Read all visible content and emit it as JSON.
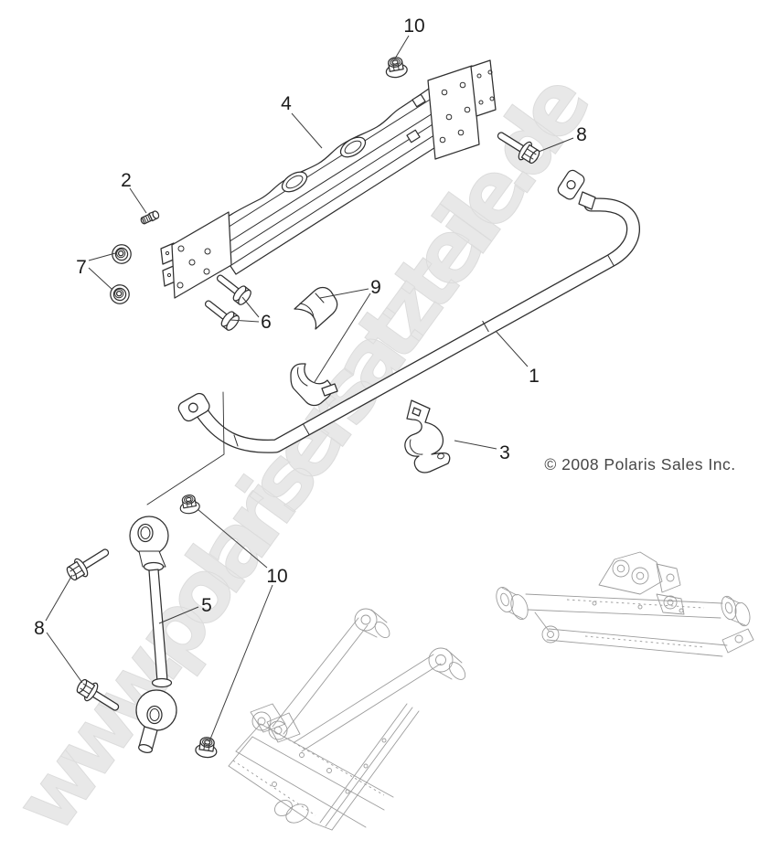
{
  "watermark": {
    "text": "www.polarisersatzteile.de",
    "fill": "#e8e8e8",
    "outline": "#dcdcdc"
  },
  "copyright": {
    "text": "© 2008 Polaris Sales Inc.",
    "color": "#464646"
  },
  "callouts": [
    {
      "label": "10"
    },
    {
      "label": "4"
    },
    {
      "label": "8"
    },
    {
      "label": "2"
    },
    {
      "label": "7"
    },
    {
      "label": "6"
    },
    {
      "label": "9"
    },
    {
      "label": "1"
    },
    {
      "label": "3"
    },
    {
      "label": "5"
    },
    {
      "label": "8"
    },
    {
      "label": "10"
    }
  ],
  "colors": {
    "line": "#2f2f2f",
    "faint": "#9c9c9c",
    "leader": "#3d3d3d",
    "background": "#ffffff"
  }
}
